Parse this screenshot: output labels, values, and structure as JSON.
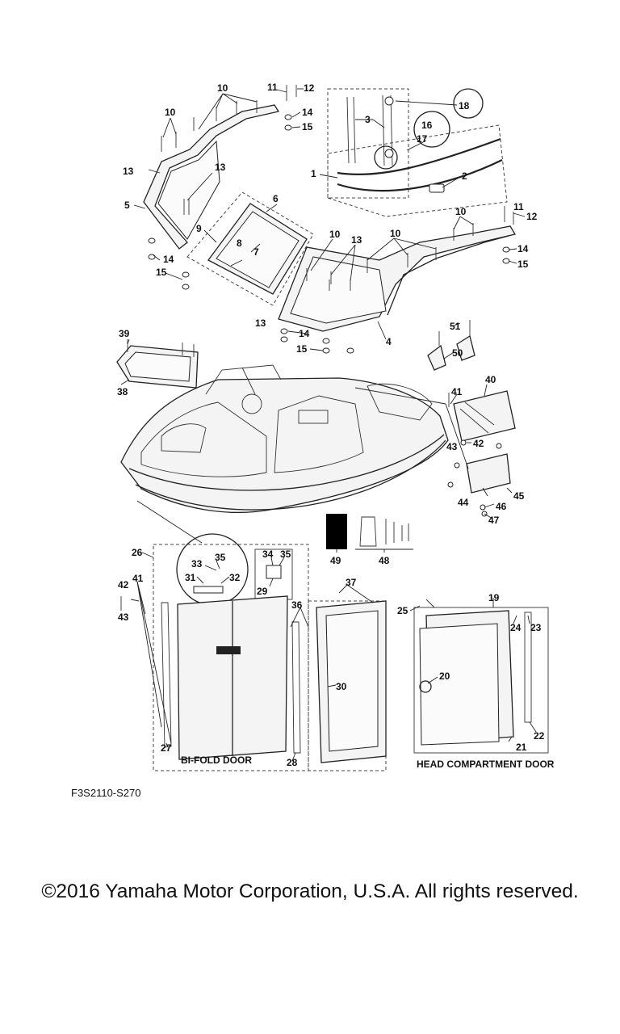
{
  "drawing_code": "F3S2110-S270",
  "copyright": "©2016 Yamaha Motor Corporation, U.S.A. All rights reserved.",
  "captions": {
    "bifold_door": "BI-FOLD DOOR",
    "head_compartment_door": "HEAD COMPARTMENT DOOR"
  },
  "callouts": [
    "1",
    "2",
    "3",
    "4",
    "5",
    "6",
    "7",
    "8",
    "9",
    "10",
    "11",
    "12",
    "13",
    "14",
    "15",
    "16",
    "17",
    "18",
    "19",
    "20",
    "21",
    "22",
    "23",
    "24",
    "25",
    "26",
    "27",
    "28",
    "29",
    "30",
    "31",
    "32",
    "33",
    "34",
    "35",
    "36",
    "37",
    "38",
    "39",
    "40",
    "41",
    "42",
    "43",
    "44",
    "45",
    "46",
    "47",
    "48",
    "49",
    "50",
    "51"
  ],
  "colors": {
    "ink": "#111111",
    "paper": "#ffffff"
  }
}
